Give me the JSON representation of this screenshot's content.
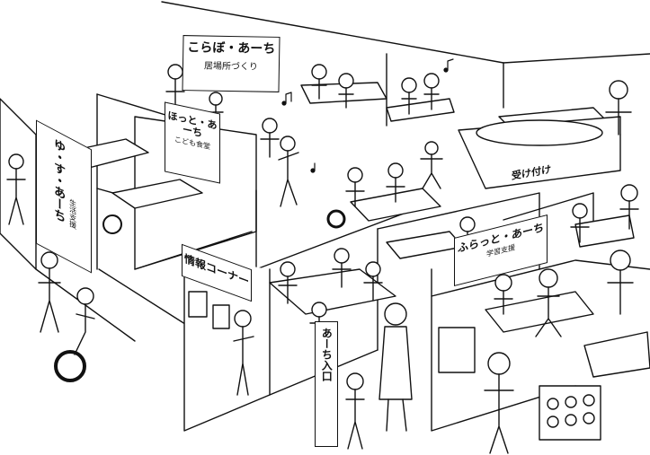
{
  "signs": {
    "korabo": {
      "title": "こらぼ・あーち",
      "subtitle": "居場所づくり"
    },
    "hotto": {
      "title": "ほっと・あーち",
      "subtitle": "こども食堂"
    },
    "yusu": {
      "title": "ゆ・す・あーち",
      "subtitle": "生活支援"
    },
    "johokona": {
      "title": "情報コーナー"
    },
    "entrance": {
      "title": "あーち入口"
    },
    "furatto": {
      "title": "ふらっと・あーち",
      "subtitle": "学習支援"
    },
    "reception": {
      "title": "受け付け"
    }
  },
  "colors": {
    "ink": "#111111",
    "paper": "#ffffff",
    "tone": "#8a8a8a"
  }
}
